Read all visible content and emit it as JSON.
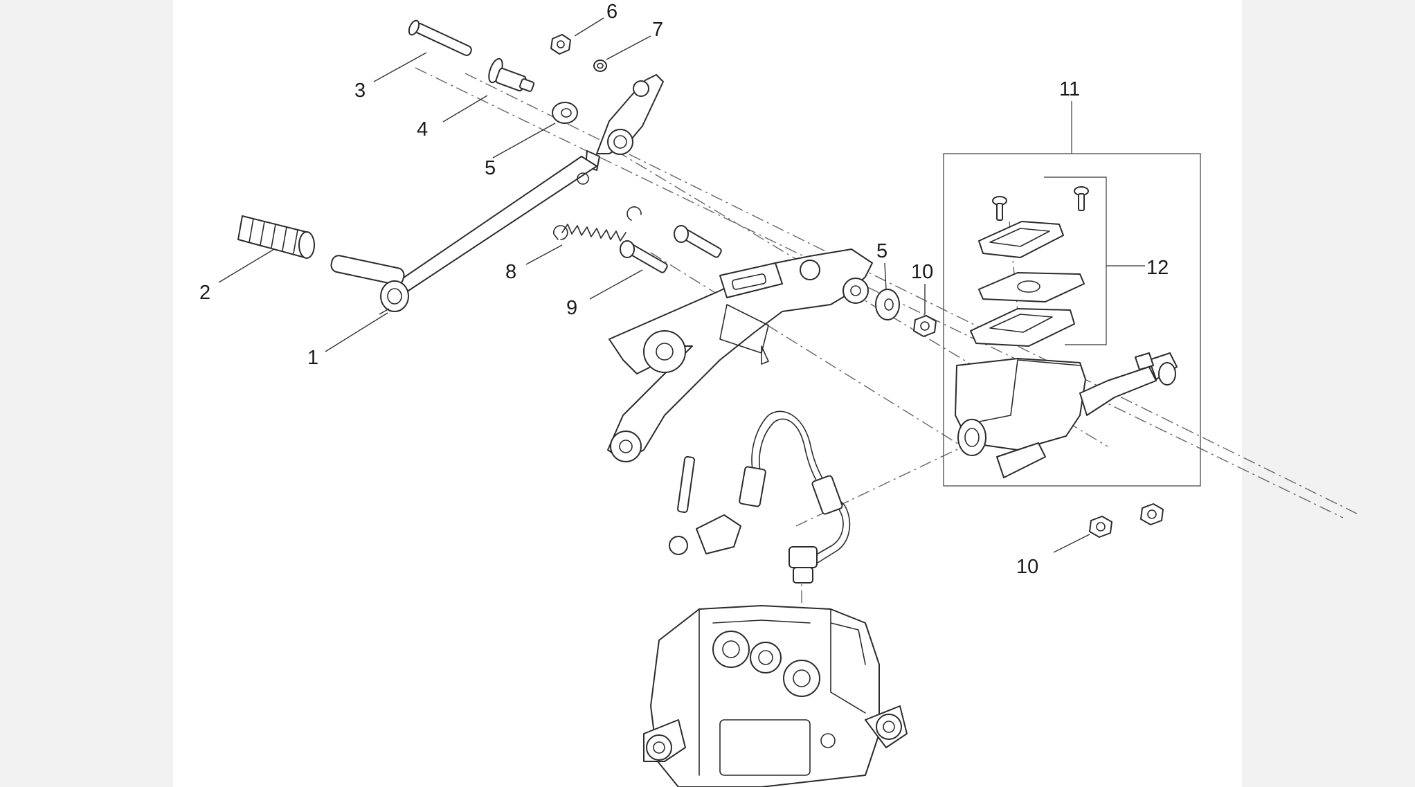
{
  "callouts": {
    "c1": "1",
    "c2": "2",
    "c3": "3",
    "c4": "4",
    "c5a": "5",
    "c5b": "5",
    "c6": "6",
    "c7": "7",
    "c8": "8",
    "c9": "9",
    "c10a": "10",
    "c10b": "10",
    "c11": "11",
    "c12": "12"
  }
}
